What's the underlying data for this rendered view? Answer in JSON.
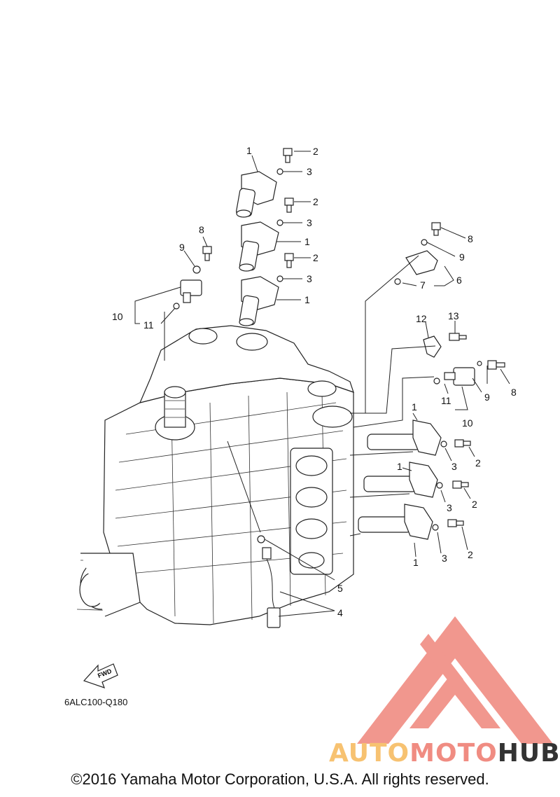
{
  "diagram": {
    "code": "6ALC100-Q180",
    "fwd_label": "FWD",
    "callouts": {
      "c1a": "1",
      "c2a": "2",
      "c3a": "3",
      "c2b": "2",
      "c3b": "3",
      "c1b": "1",
      "c2c": "2",
      "c3c": "3",
      "c1c": "1",
      "c8a": "8",
      "c9a": "9",
      "c10a": "10",
      "c11a": "11",
      "c8b": "8",
      "c9b": "9",
      "c7": "7",
      "c6": "6",
      "c12": "12",
      "c13": "13",
      "c8c": "8",
      "c9c": "9",
      "c11b": "11",
      "c10b": "10",
      "c1d": "1",
      "c3d": "3",
      "c2d": "2",
      "c1e": "1",
      "c3e": "3",
      "c2e": "2",
      "c1f": "1",
      "c3f": "3",
      "c2f": "2",
      "c5": "5",
      "c4": "4"
    }
  },
  "watermark": {
    "brand_part1": "AUTO",
    "brand_part2": "MOTO",
    "brand_part3": "HUB",
    "color_primary": "#f08c82",
    "color_accent": "#f7c271",
    "color_dark": "#333333"
  },
  "footer": {
    "copyright": "©2016 Yamaha Motor Corporation, U.S.A. All rights reserved."
  }
}
